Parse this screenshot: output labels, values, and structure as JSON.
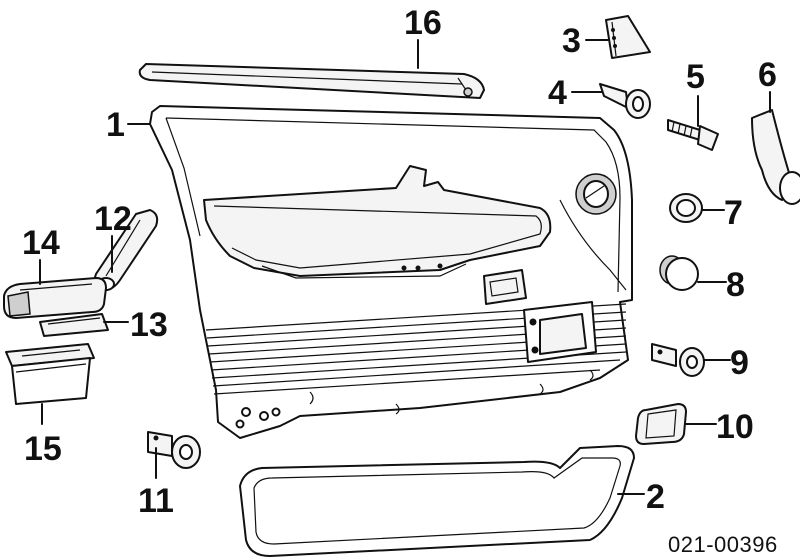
{
  "diagram": {
    "reference_code": "021-00396",
    "callouts": [
      {
        "id": "1",
        "label": "1"
      },
      {
        "id": "2",
        "label": "2"
      },
      {
        "id": "3",
        "label": "3"
      },
      {
        "id": "4",
        "label": "4"
      },
      {
        "id": "5",
        "label": "5"
      },
      {
        "id": "6",
        "label": "6"
      },
      {
        "id": "7",
        "label": "7"
      },
      {
        "id": "8",
        "label": "8"
      },
      {
        "id": "9",
        "label": "9"
      },
      {
        "id": "10",
        "label": "10"
      },
      {
        "id": "11",
        "label": "11"
      },
      {
        "id": "12",
        "label": "12"
      },
      {
        "id": "13",
        "label": "13"
      },
      {
        "id": "14",
        "label": "14"
      },
      {
        "id": "15",
        "label": "15"
      },
      {
        "id": "16",
        "label": "16"
      }
    ]
  }
}
